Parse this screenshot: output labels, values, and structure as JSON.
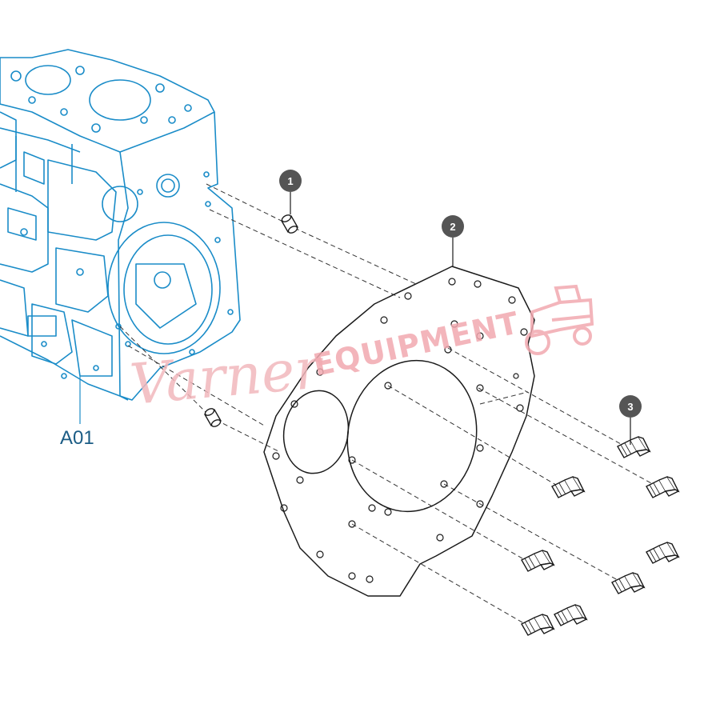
{
  "diagram": {
    "engine_block_label": "A01",
    "callouts": [
      {
        "id": "callout-1",
        "label": "1"
      },
      {
        "id": "callout-2",
        "label": "2"
      },
      {
        "id": "callout-3",
        "label": "3"
      }
    ],
    "watermark": {
      "script_text": "Varner",
      "block_text": "EQUIPMENT"
    },
    "colors": {
      "engine_line": "#1a8cc8",
      "plate_line": "#1a1a1a",
      "callout_fill": "#555555",
      "watermark": "#f2a9b0"
    }
  }
}
